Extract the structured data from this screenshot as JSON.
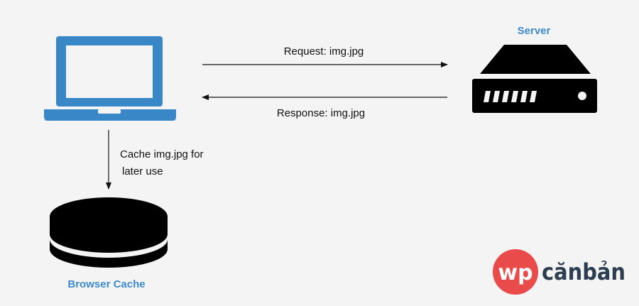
{
  "server": {
    "title": "Server",
    "icon": "server-icon"
  },
  "client": {
    "icon": "laptop-icon"
  },
  "cache": {
    "title": "Browser Cache",
    "icon": "database-icon"
  },
  "arrows": {
    "request": "Request: img.jpg",
    "response": "Response: img.jpg",
    "cache_line1": "Cache img.jpg for",
    "cache_line2": "later use"
  },
  "logo": {
    "prefix": "wp",
    "suffix": "cănbản"
  },
  "colors": {
    "accent_blue": "#3a87c8",
    "title_blue": "#3d8bcd",
    "dark": "#000000",
    "logo_red": "#e94b4b",
    "logo_navy": "#2c3e50",
    "background": "#f4f4f4"
  }
}
